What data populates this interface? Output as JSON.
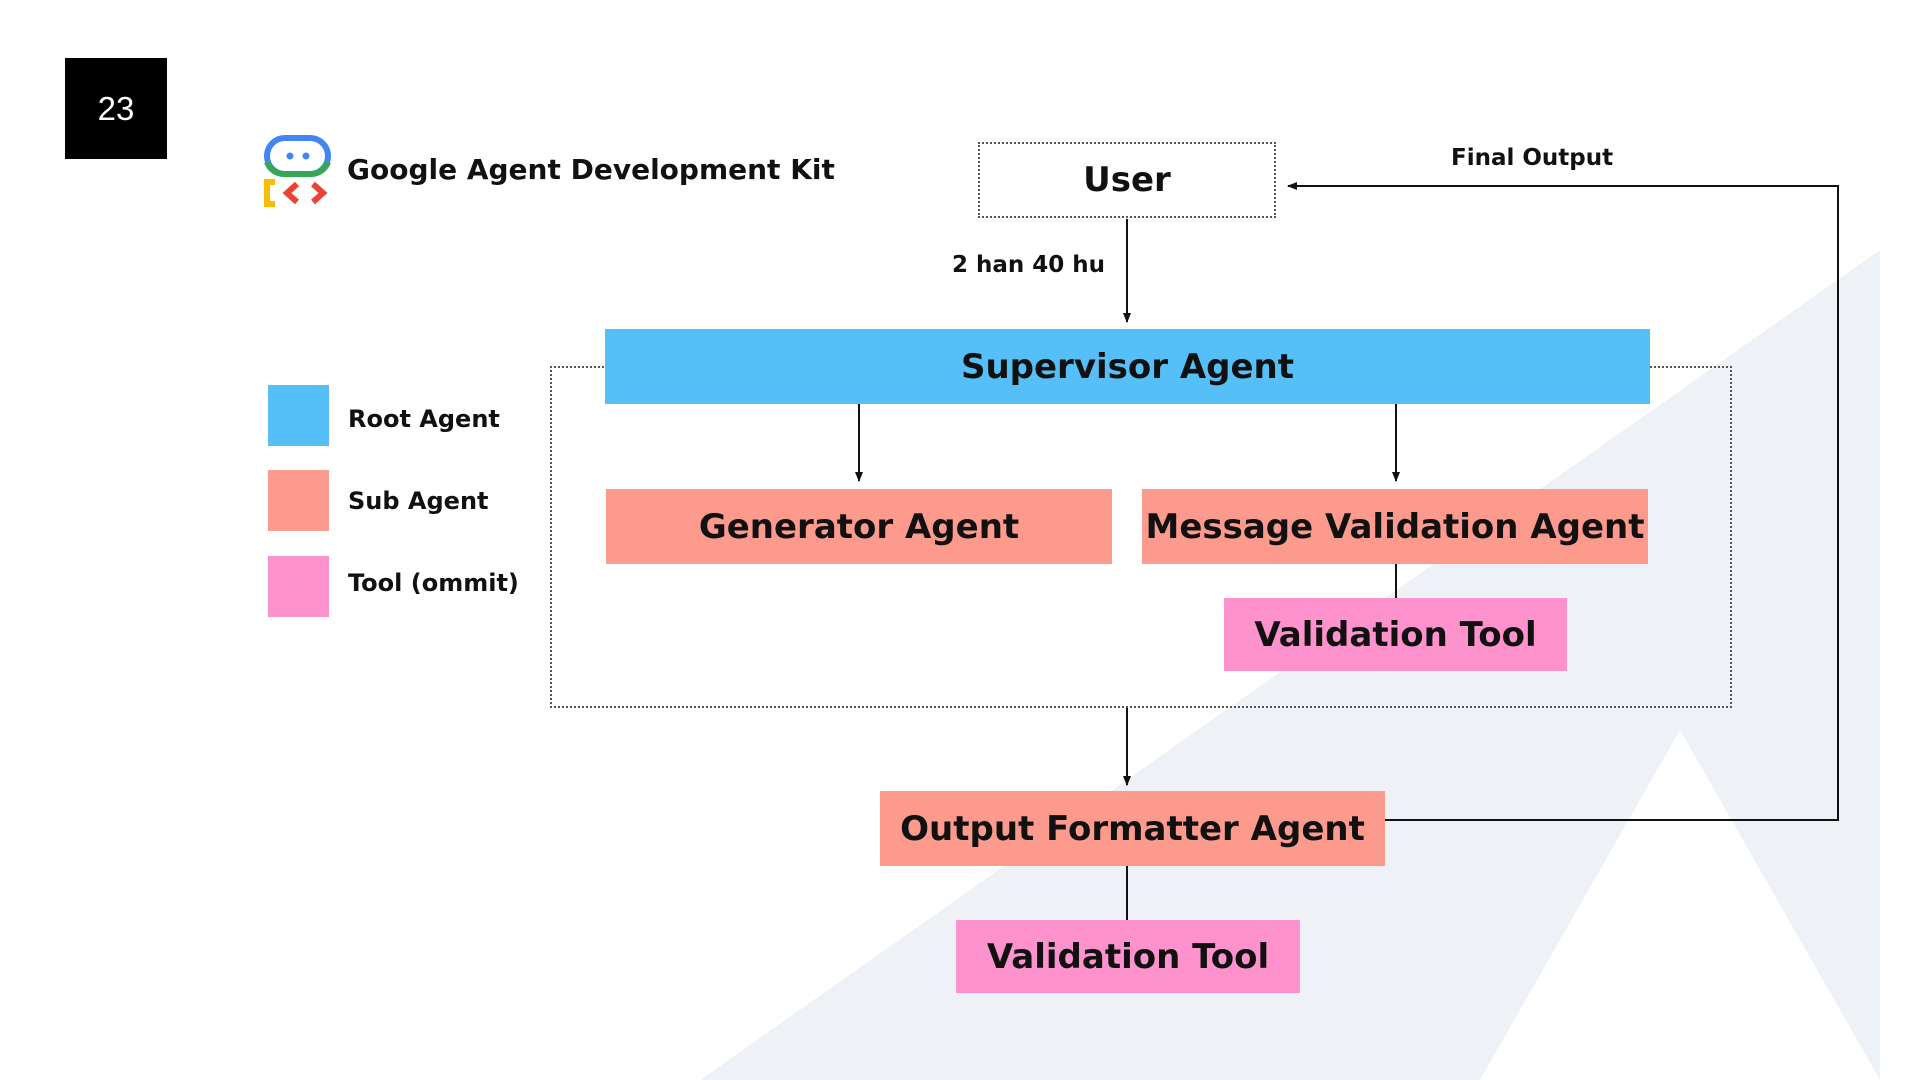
{
  "slide": {
    "page_number": "23"
  },
  "brand": {
    "name": "Google Agent Development Kit",
    "logo": "adk-logo-icon"
  },
  "legend": [
    {
      "label": "Root Agent",
      "color": "#56BFF8"
    },
    {
      "label": "Sub Agent",
      "color": "#FC9A8D"
    },
    {
      "label": "Tool (ommit)",
      "color": "#FE92CD"
    }
  ],
  "nodes": {
    "user": "User",
    "supervisor": "Supervisor Agent",
    "generator": "Generator Agent",
    "message_validation": "Message Validation Agent",
    "validation_tool_1": "Validation Tool",
    "output_formatter": "Output Formatter Agent",
    "validation_tool_2": "Validation Tool"
  },
  "edges": {
    "user_to_supervisor": "2 han 40 hu",
    "final_output": "Final Output"
  },
  "colors": {
    "root": "#56BFF8",
    "sub": "#FC9A8D",
    "tool": "#FE92CD",
    "background_shape": "#EEF1F6"
  }
}
